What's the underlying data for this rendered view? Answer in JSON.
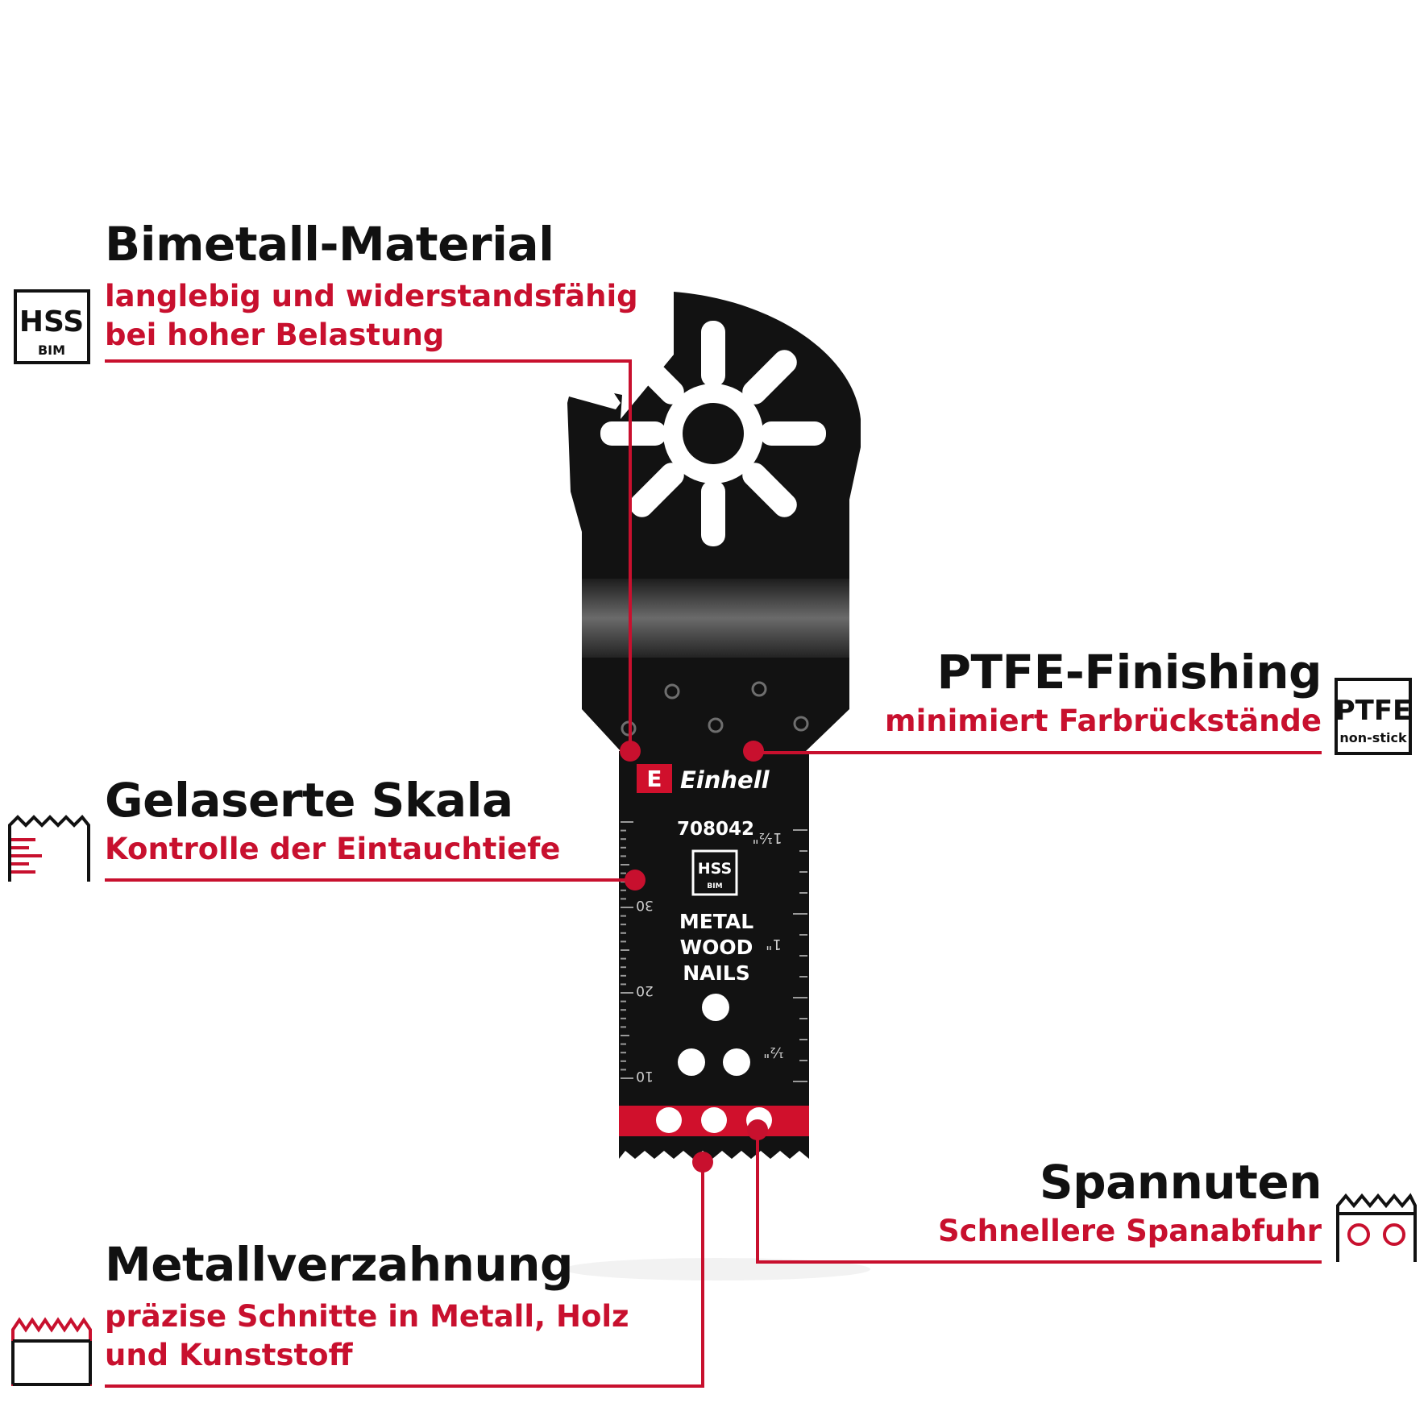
{
  "features": {
    "bimetall": {
      "title": "Bimetall-Material",
      "desc_line1": "langlebig und widerstandsfähig",
      "desc_line2": "bei hoher Belastung",
      "badge_main": "HSS",
      "badge_sub": "BIM"
    },
    "ptfe": {
      "title": "PTFE-Finishing",
      "desc": "minimiert Farbrückstände",
      "badge_main": "PTFE",
      "badge_sub": "non-stick"
    },
    "skala": {
      "title": "Gelaserte Skala",
      "desc": "Kontrolle der Eintauchtiefe"
    },
    "spannuten": {
      "title": "Spannuten",
      "desc": "Schnellere Spanabfuhr"
    },
    "metallverzahnung": {
      "title": "Metallverzahnung",
      "desc_line1": "präzise Schnitte in Metall, Holz",
      "desc_line2": "und Kunststoff"
    }
  },
  "blade": {
    "brand": "Einhell",
    "logo_letter": "E",
    "article_number": "708042",
    "hss_main": "HSS",
    "hss_sub": "BIM",
    "material_1": "METAL",
    "material_2": "WOOD",
    "material_3": "NAILS",
    "scale_mm": [
      "30",
      "20",
      "10"
    ],
    "scale_inch": [
      "1½\"",
      "1\"",
      "½\""
    ]
  },
  "colors": {
    "accent": "#c8102e",
    "text": "#111111",
    "blade": "#121212"
  }
}
